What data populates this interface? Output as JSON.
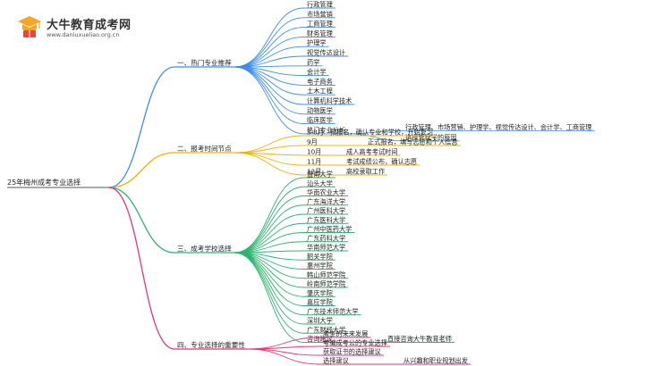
{
  "logo": {
    "title": "大牛教育成考网",
    "url": "www.daniuxueliao.org.cn",
    "icon": "graduation-cap-book-icon",
    "colors": {
      "orange": "#f5a623",
      "red": "#e8453c"
    }
  },
  "root": "25年梅州成考专业选择",
  "colors": {
    "branch1": "#3b8ee8",
    "branch2": "#f0b400",
    "branch3": "#2db46e",
    "branch4": "#e8327a"
  },
  "branches": [
    {
      "label": "一、热门专业推荐",
      "items": [
        "行政管理",
        "市场营销",
        "工商管理",
        "财务管理",
        "护理学",
        "视觉传达设计",
        "药学",
        "会计学",
        "电子商务",
        "土木工程",
        "计算机科学技术",
        "动物医学",
        "临床医学"
      ],
      "analysis": {
        "label": "热门专业分析",
        "children": [
          "行政管理、市场营销、护理学、视觉传达设计、会计学、工商管理",
          "选择管理学的原因"
        ]
      }
    },
    {
      "label": "二、报考时间节点",
      "items": [
        {
          "time": "3-8月",
          "desc": "预报名，确认专业和学校，开始复习"
        },
        {
          "time": "9月",
          "desc": "正式报名，填写志愿和个人信息"
        },
        {
          "time": "10月",
          "desc": "成人高考考试时间"
        },
        {
          "time": "11月",
          "desc": "考试成绩公布，确认志愿"
        },
        {
          "time": "12月",
          "desc": "高校录取工作"
        }
      ]
    },
    {
      "label": "三、成考学校选择",
      "items": [
        "暨南大学",
        "汕头大学",
        "华南农业大学",
        "广东海洋大学",
        "广州医科大学",
        "广东医科大学",
        "广州中医药大学",
        "广东药科大学",
        "华南师范大学",
        "韶关学院",
        "惠州学院",
        "韩山师范学院",
        "岭南师范学院",
        "肇庆学院",
        "嘉应学院",
        "广东技术师范大学",
        "深圳大学",
        "广东财经大学"
      ],
      "advice": {
        "label": "咨询建议",
        "desc": "直接咨询大牛教育老师"
      }
    },
    {
      "label": "四、专业选择的重要性",
      "items": [
        "考生的未来发展",
        "考编成考公的专业选择",
        "获取证书的选择建议"
      ],
      "advice": {
        "label": "选择建议",
        "desc": "从兴趣和职业规划出发"
      }
    }
  ]
}
